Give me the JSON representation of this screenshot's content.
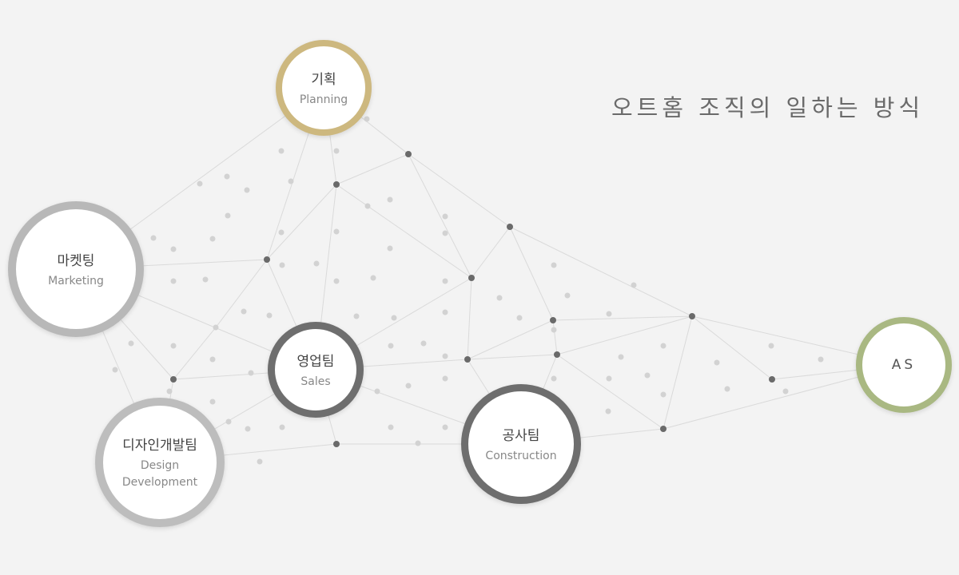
{
  "title": "오트홈 조직의 일하는 방식",
  "nodes": {
    "planning": {
      "ko": "기획",
      "en": "Planning",
      "color": "#cdb87f"
    },
    "marketing": {
      "ko": "마켓팅",
      "en": "Marketing",
      "color": "#b8b8b8"
    },
    "sales": {
      "ko": "영업팀",
      "en": "Sales",
      "color": "#6e6e6e"
    },
    "design": {
      "ko": "디자인개발팀",
      "en_1": "Design",
      "en_2": "Development",
      "color": "#bdbdbd"
    },
    "construction": {
      "ko": "공사팀",
      "en": "Construction",
      "color": "#6e6e6e"
    },
    "as": {
      "ko": "AS",
      "color": "#a9b882"
    }
  }
}
